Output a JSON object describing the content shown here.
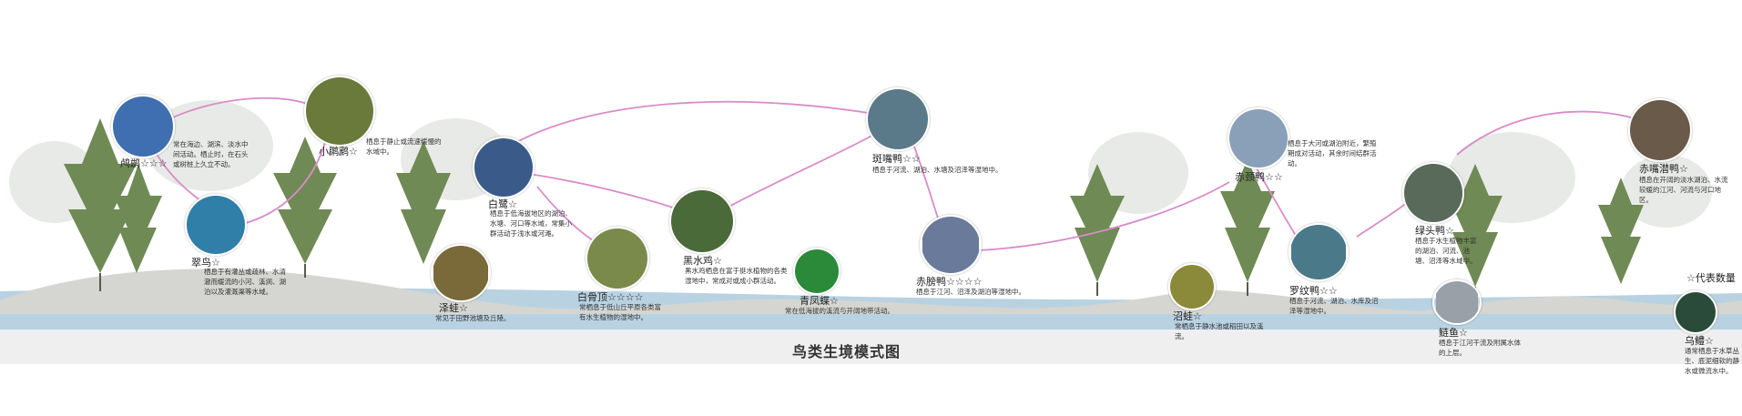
{
  "title": "鸟类生境模式图",
  "legend_label": "☆代表数量",
  "species": [
    {
      "name": "鸬鹚☆☆☆",
      "desc": "常在海边、湖滨、淡水中间活动。栖止时，在石头或树桩上久立不动。",
      "color": "#3f6fb0"
    },
    {
      "name": "小䴙䴘☆",
      "desc": "栖息于静止或流速缓慢的水域中。",
      "color": "#6a7a3a"
    },
    {
      "name": "翠鸟☆",
      "desc": "栖息于有灌丛或疏林、水清澈而缓流的小河、溪涧、湖泊以及灌溉渠等水域。",
      "color": "#2f7fa8"
    },
    {
      "name": "泽蛙☆",
      "desc": "常见于田野池塘及丘陵。",
      "color": "#7a6a3a"
    },
    {
      "name": "白鹭☆",
      "desc": "栖息于低海拔地区的湖泊、水塘、河口等水域，常集小群活动于浅水或河滩。",
      "color": "#3a5a8a"
    },
    {
      "name": "白骨顶☆☆☆☆",
      "desc": "常栖息于低山丘平原各类富有水生植物的湿地中。",
      "color": "#7a8a4a"
    },
    {
      "name": "黑水鸡☆",
      "desc": "黑水鸡栖息在富于挺水植物的各类湿地中，常成对或成小群活动。",
      "color": "#4a6a3a"
    },
    {
      "name": "青凤蝶☆",
      "desc": "常在低海拔的溪流与开阔地带活动。",
      "color": "#2a8a3a"
    },
    {
      "name": "斑嘴鸭☆☆",
      "desc": "栖息于河流、湖泊、水塘及沼泽等湿地中。",
      "color": "#5a7a8a"
    },
    {
      "name": "赤膀鸭☆☆☆☆",
      "desc": "栖息于江河、沼泽及湖泊等湿地中。",
      "color": "#6a7a9a"
    },
    {
      "name": "赤颈鸭☆☆",
      "desc": "栖息于大河或湖泊附近，繁殖期成对活动，其余时间结群活动。",
      "color": "#8aa0b8"
    },
    {
      "name": "绿头鸭☆",
      "desc": "栖息于水生植物丰富的湖泊、河流、池塘、沼泽等水域中。",
      "color": "#5a6a5a"
    },
    {
      "name": "罗纹鸭☆☆",
      "desc": "栖息于河流、湖泊、水库及沼泽等湿地中。",
      "color": "#4a7a8a"
    },
    {
      "name": "沼蛙☆",
      "desc": "常栖息于静水池或稻田以及溪流。",
      "color": "#8a8a3a"
    },
    {
      "name": "鲢鱼☆",
      "desc": "栖息于江河干流及附属水体的上层。",
      "color": "#9aa0a8"
    },
    {
      "name": "赤嘴潜鸭☆",
      "desc": "栖息在开阔的淡水湖泊、水流较缓的江河、河流与河口地区。",
      "color": "#6a5a4a"
    },
    {
      "name": "乌鳢☆",
      "desc": "通常栖息于水草丛生、底泥细软的静水或微流水中。",
      "color": "#2a4a3a"
    }
  ],
  "colors": {
    "link": "#d98cc8",
    "water": "#b9d2e2",
    "ground": "#d7d7d2"
  }
}
